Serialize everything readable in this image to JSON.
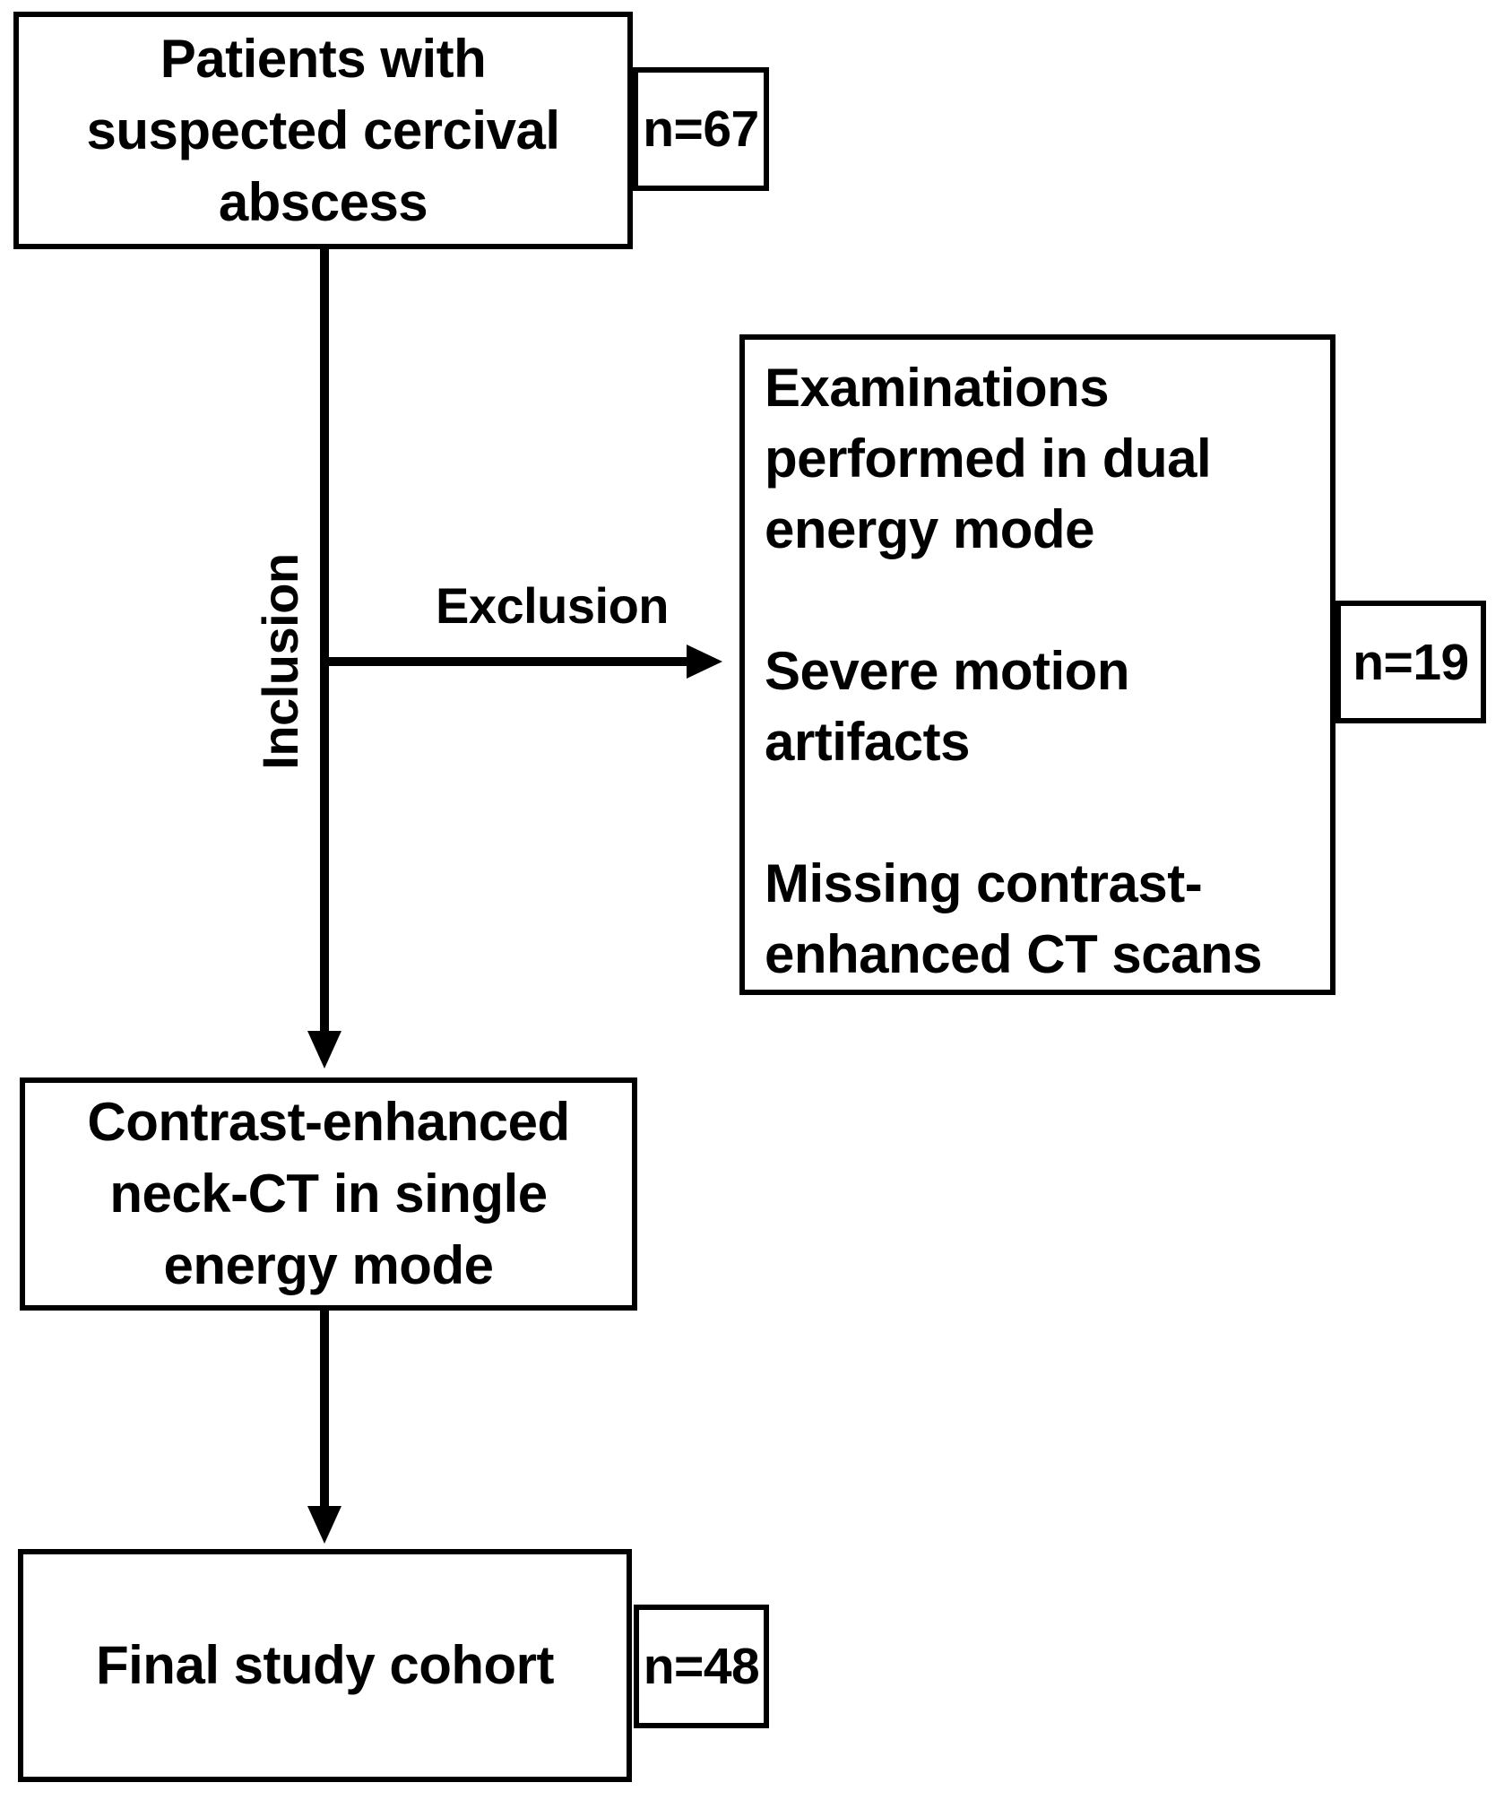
{
  "colors": {
    "ink": "#000000",
    "paper": "#ffffff"
  },
  "flowchart": {
    "box_patients": {
      "lines": [
        "Patients with",
        "suspected cercival",
        "abscess"
      ]
    },
    "badge_patients": "n=67",
    "label_inclusion": "Inclusion",
    "label_exclusion": "Exclusion",
    "box_exclusion": {
      "paragraphs": [
        {
          "lines": [
            "Examinations",
            "performed in dual",
            "energy mode"
          ]
        },
        {
          "lines": [
            "Severe motion",
            "artifacts"
          ]
        },
        {
          "lines": [
            "Missing contrast-",
            "enhanced CT scans"
          ]
        }
      ]
    },
    "badge_exclusion": "n=19",
    "box_single_energy": {
      "lines": [
        "Contrast-enhanced",
        "neck-CT in single",
        "energy mode"
      ]
    },
    "box_final": {
      "lines": [
        "Final study cohort"
      ]
    },
    "badge_final": "n=48"
  }
}
